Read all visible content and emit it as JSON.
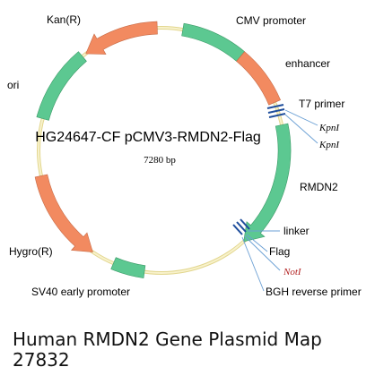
{
  "plasmid": {
    "name": "HG24647-CF pCMV3-RMDN2-Flag",
    "size": "7280 bp"
  },
  "colors": {
    "green": "#5cc891",
    "orange": "#f28a60",
    "backbone": "#f1e8a8",
    "site_blue": "#1f4e9c",
    "leader": "#6a9fd4",
    "notI_red": "#b22222"
  },
  "features": [
    {
      "name": "CMV promoter",
      "type": "promoter"
    },
    {
      "name": "enhancer",
      "type": "enhancer"
    },
    {
      "name": "RMDN2",
      "type": "gene"
    },
    {
      "name": "SV40 early promoter",
      "type": "promoter"
    },
    {
      "name": "Hygro(R)",
      "type": "marker"
    },
    {
      "name": "ori",
      "type": "origin"
    },
    {
      "name": "Kan(R)",
      "type": "marker"
    }
  ],
  "sites": [
    {
      "name": "T7 primer"
    },
    {
      "name": "KpnI"
    },
    {
      "name": "KpnI"
    },
    {
      "name": "linker"
    },
    {
      "name": "Flag"
    },
    {
      "name": "NotI"
    },
    {
      "name": "BGH reverse primer"
    }
  ],
  "caption": {
    "line1": "Human RMDN2 Gene Plasmid Map",
    "line2": "27832"
  }
}
